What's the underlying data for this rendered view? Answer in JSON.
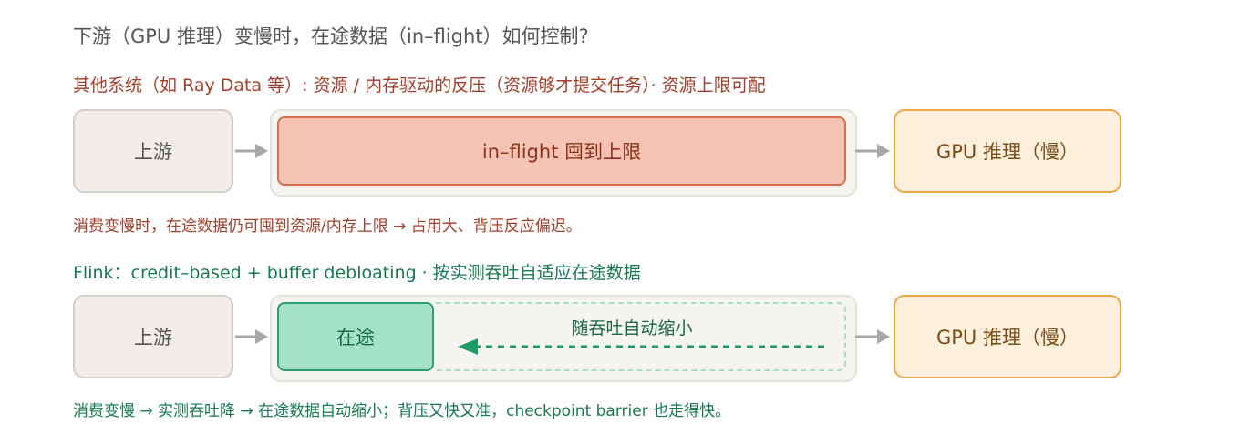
{
  "title": "下游（GPU 推理）变慢时，在途数据（in–flight）如何控制?",
  "section_backpressure": {
    "heading": "其他系统（如 Ray Data 等）: 资源 / 内存驱动的反压（资源够才提交任务）· 资源上限可配",
    "upstream_label": "上游",
    "inflight_label": "in–flight 囤到上限",
    "gpu_label": "GPU 推理（慢）",
    "note": "消费变慢时，在途数据仍可囤到资源/内存上限 → 占用大、背压反应偏迟。"
  },
  "section_flink": {
    "heading": "Flink：credit–based + buffer debloating · 按实测吞吐自适应在途数据",
    "upstream_label": "上游",
    "intransit_label": "在途",
    "shrink_label": "随吞吐自动缩小",
    "gpu_label": "GPU 推理（慢）",
    "note": "消费变慢 → 实测吞吐降 → 在途数据自动缩小；背压又快又准，checkpoint barrier 也走得快。"
  },
  "colors": {
    "red_text": "#a23e2a",
    "green_text": "#167a50",
    "gray_arrow": "#a8a8a8",
    "green_arrow": "#1f9a62",
    "inflight_fill": "#f5c3b3",
    "inflight_border": "#d6704f",
    "intransit_fill": "#a4e1c8",
    "intransit_border": "#2c9f6c",
    "gpu_fill": "#fcf0dd",
    "gpu_border": "#eba640"
  }
}
